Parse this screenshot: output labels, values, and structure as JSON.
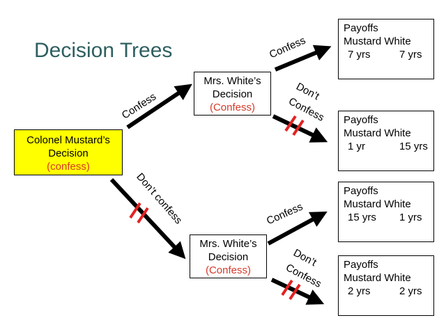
{
  "title": "Decision Trees",
  "root": {
    "line1": "Colonel Mustard’s",
    "line2": "Decision",
    "sub": "(confess)"
  },
  "white_top": {
    "line1": "Mrs. White’s",
    "line2": "Decision",
    "sub": "(Confess)"
  },
  "white_bottom": {
    "line1": "Mrs. White’s",
    "line2": "Decision",
    "sub": "(Confess)"
  },
  "branch_labels": {
    "root_confess": "Confess",
    "root_dont_confess": "Don’t confess",
    "top_confess": "Confess",
    "top_dont_1": "Don’t",
    "top_dont_2": "Confess",
    "bottom_confess": "Confess",
    "bottom_dont_1": "Don’t",
    "bottom_dont_2": "Confess"
  },
  "payoffs": [
    {
      "title": "Payoffs",
      "header": "Mustard White",
      "mustard": "7 yrs",
      "white": "7 yrs"
    },
    {
      "title": "Payoffs",
      "header": "Mustard White",
      "mustard": "1 yr",
      "white": "15 yrs"
    },
    {
      "title": "Payoffs",
      "header": "Mustard White",
      "mustard": "15 yrs",
      "white": "1 yrs"
    },
    {
      "title": "Payoffs",
      "header": "Mustard White",
      "mustard": "2 yrs",
      "white": "2 yrs"
    }
  ],
  "colors": {
    "title": "#2f5f5f",
    "root_fill": "#ffff00",
    "choice_text": "#d63a2a",
    "strike": "#e32222"
  }
}
